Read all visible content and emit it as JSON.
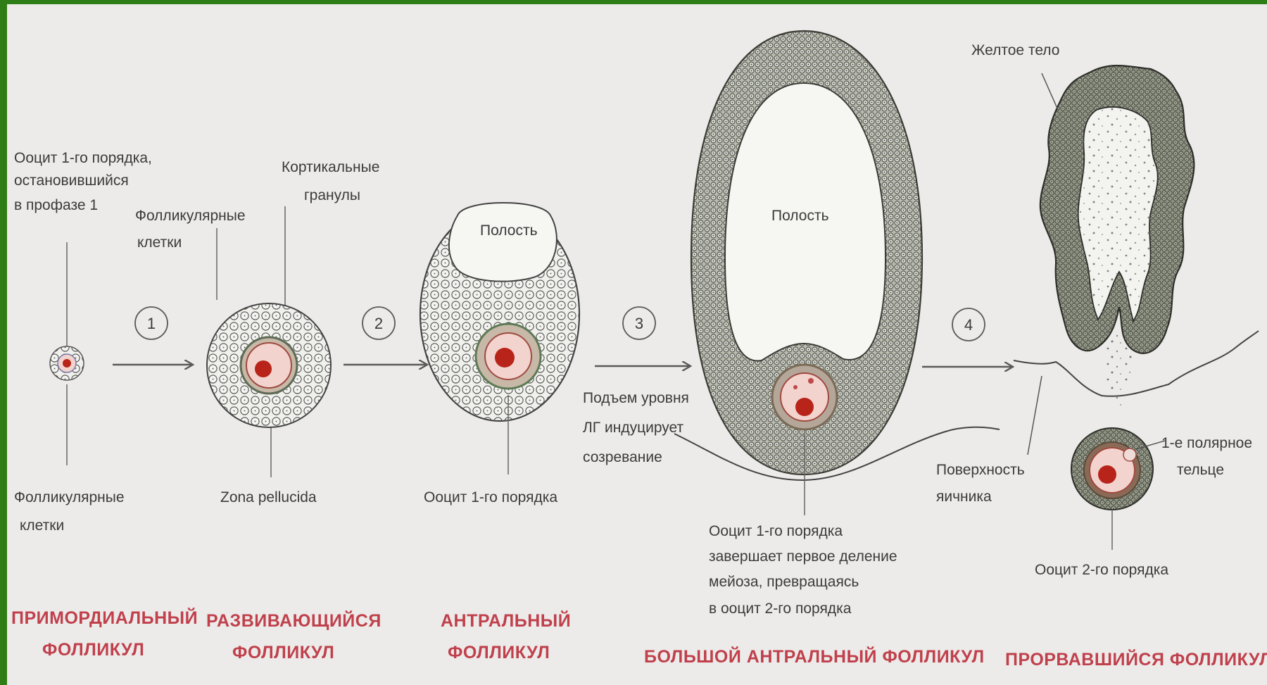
{
  "stages": [
    {
      "title_line1": "ПРИМОРДИАЛЬНЫЙ",
      "title_line2": "ФОЛЛИКУЛ"
    },
    {
      "title_line1": "РАЗВИВАЮЩИЙСЯ",
      "title_line2": "ФОЛЛИКУЛ"
    },
    {
      "title_line1": "АНТРАЛЬНЫЙ",
      "title_line2": "ФОЛЛИКУЛ"
    },
    {
      "title_line1": "БОЛЬШОЙ АНТРАЛЬНЫЙ ФОЛЛИКУЛ",
      "title_line2": ""
    },
    {
      "title_line1": "ПРОРВАВШИЙСЯ ФОЛЛИКУЛ",
      "title_line2": ""
    }
  ],
  "steps": [
    "1",
    "2",
    "3",
    "4"
  ],
  "labels": {
    "oocyte_prophase": [
      "Ооцит 1-го порядка,",
      "остановившийся",
      "в профазе 1"
    ],
    "follicular_cells_bottom": [
      "Фолликулярные",
      "клетки"
    ],
    "follicular_cells_top": [
      "Фолликулярные",
      "клетки"
    ],
    "cortical_granules": [
      "Кортикальные",
      "гранулы"
    ],
    "zona_pellucida": "Zona pellucida",
    "cavity_antral": "Полость",
    "oocyte_antral": "Ооцит 1-го порядка",
    "lh_surge": [
      "Подъем уровня",
      "ЛГ индуцирует",
      "созревание"
    ],
    "cavity_large": "Полость",
    "oocyte_large": [
      "Ооцит 1-го порядка",
      "завершает первое деление",
      "мейоза, превращаясь",
      "в ооцит 2-го порядка"
    ],
    "corpus_luteum": "Желтое тело",
    "ovary_surface": [
      "Поверхность",
      "яичника"
    ],
    "polar_body": [
      "1-е полярное",
      "тельце"
    ],
    "oocyte_secondary": "Ооцит 2-го порядка"
  },
  "colors": {
    "frame": "#2f7d16",
    "background": "#ecebe9",
    "title": "#c0404c",
    "nucleus": "#b8241a",
    "oocyte": "#f2d3cd",
    "cell_fill": "#cfd1c6",
    "dense_cell_fill": "#9aa08e"
  }
}
